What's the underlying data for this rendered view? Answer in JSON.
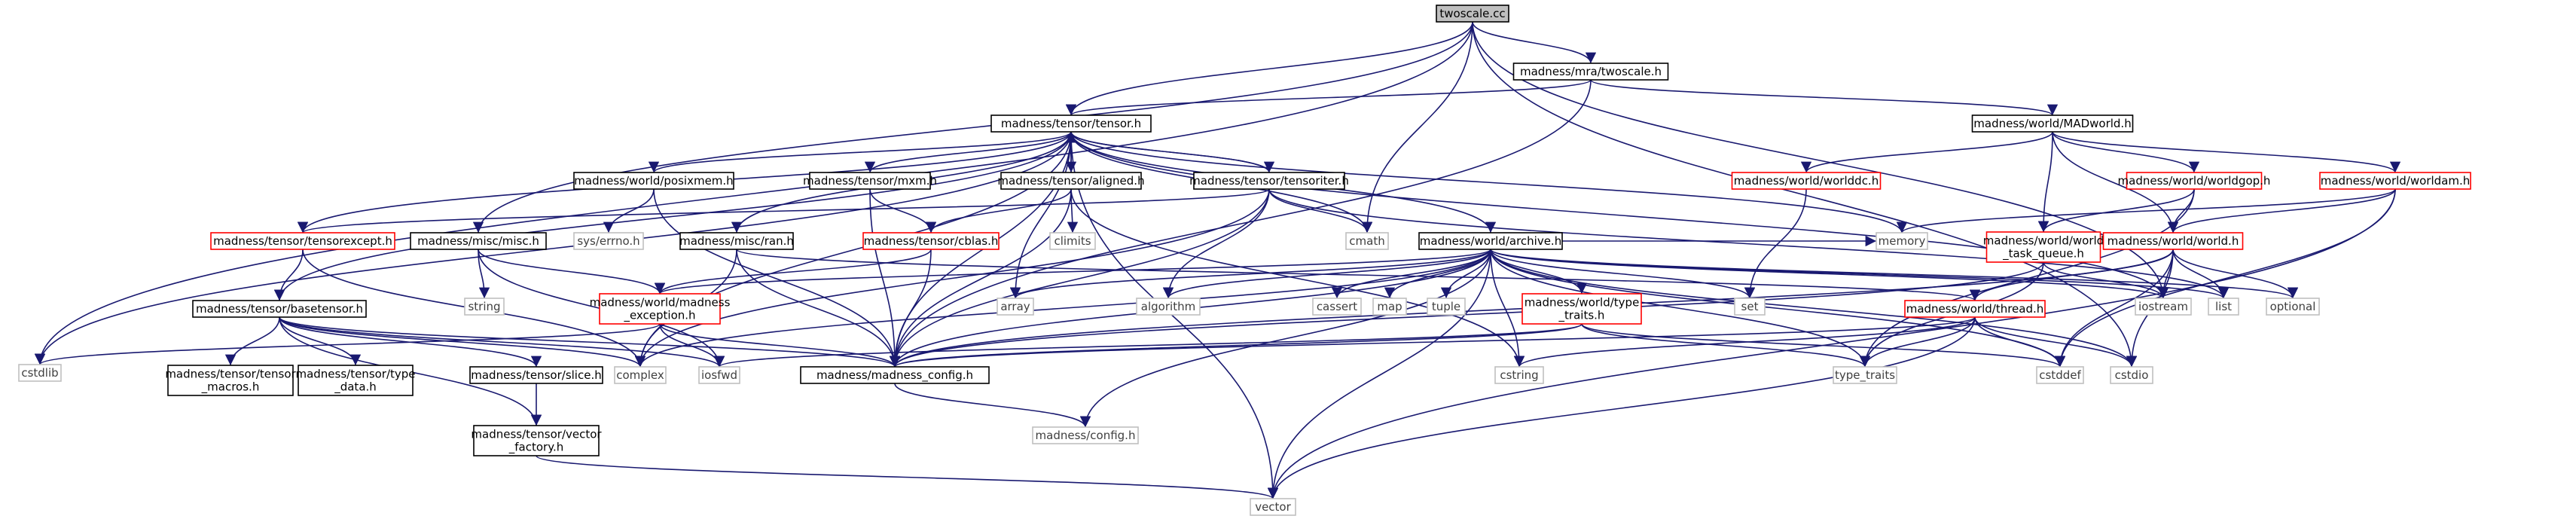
{
  "colors": {
    "edge": "#191970",
    "normal_border": "#000000",
    "incomplete_border": "#ff0000",
    "system_border": "#bfbfbf",
    "root_fill": "#bfbfbf",
    "node_fill": "#ffffff",
    "system_text": "#3f3f3f"
  },
  "nodes": [
    {
      "id": "twoscale_cc",
      "lines": [
        "twoscale.cc"
      ],
      "kind": "root"
    },
    {
      "id": "mra_twoscale",
      "lines": [
        "madness/mra/twoscale.h"
      ],
      "kind": "normal"
    },
    {
      "id": "tensor_h",
      "lines": [
        "madness/tensor/tensor.h"
      ],
      "kind": "normal"
    },
    {
      "id": "madworld",
      "lines": [
        "madness/world/MADworld.h"
      ],
      "kind": "normal"
    },
    {
      "id": "posixmem",
      "lines": [
        "madness/world/posixmem.h"
      ],
      "kind": "normal"
    },
    {
      "id": "mxm",
      "lines": [
        "madness/tensor/mxm.h"
      ],
      "kind": "normal"
    },
    {
      "id": "aligned",
      "lines": [
        "madness/tensor/aligned.h"
      ],
      "kind": "normal"
    },
    {
      "id": "tensoriter",
      "lines": [
        "madness/tensor/tensoriter.h"
      ],
      "kind": "normal"
    },
    {
      "id": "worlddc",
      "lines": [
        "madness/world/worlddc.h"
      ],
      "kind": "incomplete"
    },
    {
      "id": "worldgop",
      "lines": [
        "madness/world/worldgop.h"
      ],
      "kind": "incomplete"
    },
    {
      "id": "worldam",
      "lines": [
        "madness/world/worldam.h"
      ],
      "kind": "incomplete"
    },
    {
      "id": "tensorexcept",
      "lines": [
        "madness/tensor/tensorexcept.h"
      ],
      "kind": "incomplete"
    },
    {
      "id": "sys_errno",
      "lines": [
        "sys/errno.h"
      ],
      "kind": "system"
    },
    {
      "id": "climits",
      "lines": [
        "climits"
      ],
      "kind": "system"
    },
    {
      "id": "cmath",
      "lines": [
        "cmath"
      ],
      "kind": "system"
    },
    {
      "id": "memory",
      "lines": [
        "memory"
      ],
      "kind": "system"
    },
    {
      "id": "world_task_queue",
      "lines": [
        "madness/world/world",
        "_task_queue.h"
      ],
      "kind": "incomplete"
    },
    {
      "id": "world_h",
      "lines": [
        "madness/world/world.h"
      ],
      "kind": "incomplete"
    },
    {
      "id": "misc_h",
      "lines": [
        "madness/misc/misc.h"
      ],
      "kind": "normal"
    },
    {
      "id": "ran_h",
      "lines": [
        "madness/misc/ran.h"
      ],
      "kind": "normal"
    },
    {
      "id": "cblas",
      "lines": [
        "madness/tensor/cblas.h"
      ],
      "kind": "incomplete"
    },
    {
      "id": "archive",
      "lines": [
        "madness/world/archive.h"
      ],
      "kind": "normal"
    },
    {
      "id": "string",
      "lines": [
        "string"
      ],
      "kind": "system"
    },
    {
      "id": "madness_exception",
      "lines": [
        "madness/world/madness",
        "_exception.h"
      ],
      "kind": "incomplete"
    },
    {
      "id": "array",
      "lines": [
        "array"
      ],
      "kind": "system"
    },
    {
      "id": "algorithm",
      "lines": [
        "algorithm"
      ],
      "kind": "system"
    },
    {
      "id": "cassert",
      "lines": [
        "cassert"
      ],
      "kind": "system"
    },
    {
      "id": "map",
      "lines": [
        "map"
      ],
      "kind": "system"
    },
    {
      "id": "tuple",
      "lines": [
        "tuple"
      ],
      "kind": "system"
    },
    {
      "id": "type_traits_h",
      "lines": [
        "madness/world/type",
        "_traits.h"
      ],
      "kind": "incomplete"
    },
    {
      "id": "set",
      "lines": [
        "set"
      ],
      "kind": "system"
    },
    {
      "id": "iostream",
      "lines": [
        "iostream"
      ],
      "kind": "system"
    },
    {
      "id": "list",
      "lines": [
        "list"
      ],
      "kind": "system"
    },
    {
      "id": "optional",
      "lines": [
        "optional"
      ],
      "kind": "system"
    },
    {
      "id": "thread_h",
      "lines": [
        "madness/world/thread.h"
      ],
      "kind": "incomplete"
    },
    {
      "id": "basetensor",
      "lines": [
        "madness/tensor/basetensor.h"
      ],
      "kind": "normal"
    },
    {
      "id": "cstdlib",
      "lines": [
        "cstdlib"
      ],
      "kind": "system"
    },
    {
      "id": "complex",
      "lines": [
        "complex"
      ],
      "kind": "system"
    },
    {
      "id": "iosfwd",
      "lines": [
        "iosfwd"
      ],
      "kind": "system"
    },
    {
      "id": "madness_config",
      "lines": [
        "madness/madness_config.h"
      ],
      "kind": "normal"
    },
    {
      "id": "cstring",
      "lines": [
        "cstring"
      ],
      "kind": "system"
    },
    {
      "id": "type_traits",
      "lines": [
        "type_traits"
      ],
      "kind": "system"
    },
    {
      "id": "cstddef",
      "lines": [
        "cstddef"
      ],
      "kind": "system"
    },
    {
      "id": "cstdio",
      "lines": [
        "cstdio"
      ],
      "kind": "system"
    },
    {
      "id": "tensor_macros",
      "lines": [
        "madness/tensor/tensor",
        "_macros.h"
      ],
      "kind": "normal"
    },
    {
      "id": "type_data",
      "lines": [
        "madness/tensor/type",
        "_data.h"
      ],
      "kind": "normal"
    },
    {
      "id": "slice",
      "lines": [
        "madness/tensor/slice.h"
      ],
      "kind": "normal"
    },
    {
      "id": "vector_factory",
      "lines": [
        "madness/tensor/vector",
        "_factory.h"
      ],
      "kind": "normal"
    },
    {
      "id": "config_h",
      "lines": [
        "madness/config.h"
      ],
      "kind": "system"
    },
    {
      "id": "vector",
      "lines": [
        "vector"
      ],
      "kind": "system"
    }
  ],
  "edges": [
    [
      "twoscale_cc",
      "mra_twoscale"
    ],
    [
      "twoscale_cc",
      "tensor_h"
    ],
    [
      "twoscale_cc",
      "misc_h"
    ],
    [
      "twoscale_cc",
      "cmath"
    ],
    [
      "twoscale_cc",
      "cstdlib"
    ],
    [
      "twoscale_cc",
      "iostream"
    ],
    [
      "twoscale_cc",
      "cstdio"
    ],
    [
      "mra_twoscale",
      "tensor_h"
    ],
    [
      "mra_twoscale",
      "madworld"
    ],
    [
      "mra_twoscale",
      "madness_config"
    ],
    [
      "tensor_h",
      "posixmem"
    ],
    [
      "tensor_h",
      "mxm"
    ],
    [
      "tensor_h",
      "aligned"
    ],
    [
      "tensor_h",
      "tensoriter"
    ],
    [
      "tensor_h",
      "tensorexcept"
    ],
    [
      "tensor_h",
      "archive"
    ],
    [
      "tensor_h",
      "basetensor"
    ],
    [
      "tensor_h",
      "ran_h"
    ],
    [
      "tensor_h",
      "cmath"
    ],
    [
      "tensor_h",
      "memory"
    ],
    [
      "tensor_h",
      "array"
    ],
    [
      "tensor_h",
      "cstdlib"
    ],
    [
      "tensor_h",
      "complex"
    ],
    [
      "tensor_h",
      "madness_config"
    ],
    [
      "tensor_h",
      "vector"
    ],
    [
      "tensor_h",
      "iostream"
    ],
    [
      "madworld",
      "worlddc"
    ],
    [
      "madworld",
      "worldgop"
    ],
    [
      "madworld",
      "worldam"
    ],
    [
      "madworld",
      "world_task_queue"
    ],
    [
      "madworld",
      "world_h"
    ],
    [
      "posixmem",
      "sys_errno"
    ],
    [
      "posixmem",
      "madness_config"
    ],
    [
      "mxm",
      "cblas"
    ],
    [
      "mxm",
      "madness_config"
    ],
    [
      "aligned",
      "tensor_h"
    ],
    [
      "aligned",
      "climits"
    ],
    [
      "aligned",
      "madness_config"
    ],
    [
      "aligned",
      "cblas"
    ],
    [
      "aligned",
      "cstring"
    ],
    [
      "tensoriter",
      "tensor_h"
    ],
    [
      "tensoriter",
      "tensorexcept"
    ],
    [
      "tensoriter",
      "cmath"
    ],
    [
      "tensoriter",
      "algorithm"
    ],
    [
      "tensoriter",
      "complex"
    ],
    [
      "tensoriter",
      "list"
    ],
    [
      "tensoriter",
      "madness_config"
    ],
    [
      "worlddc",
      "set"
    ],
    [
      "worldgop",
      "world_h"
    ],
    [
      "worldgop",
      "world_task_queue"
    ],
    [
      "worldgop",
      "type_traits"
    ],
    [
      "worldam",
      "world_h"
    ],
    [
      "worldam",
      "memory"
    ],
    [
      "worldam",
      "cstddef"
    ],
    [
      "worldam",
      "vector"
    ],
    [
      "tensorexcept",
      "basetensor"
    ],
    [
      "tensorexcept",
      "complex"
    ],
    [
      "world_task_queue",
      "type_traits"
    ],
    [
      "world_task_queue",
      "madness_config"
    ],
    [
      "world_task_queue",
      "iostream"
    ],
    [
      "world_h",
      "thread_h"
    ],
    [
      "world_h",
      "iostream"
    ],
    [
      "world_h",
      "list"
    ],
    [
      "world_h",
      "optional"
    ],
    [
      "world_h",
      "cstddef"
    ],
    [
      "world_h",
      "cstdio"
    ],
    [
      "world_h",
      "madness_config"
    ],
    [
      "misc_h",
      "string"
    ],
    [
      "misc_h",
      "madness_exception"
    ],
    [
      "misc_h",
      "iosfwd"
    ],
    [
      "ran_h",
      "madness_config"
    ],
    [
      "ran_h",
      "complex"
    ],
    [
      "ran_h",
      "thread_h"
    ],
    [
      "cblas",
      "madness_config"
    ],
    [
      "cblas",
      "madness_exception"
    ],
    [
      "archive",
      "madness_exception"
    ],
    [
      "archive",
      "type_traits_h"
    ],
    [
      "archive",
      "array"
    ],
    [
      "archive",
      "algorithm"
    ],
    [
      "archive",
      "cassert"
    ],
    [
      "archive",
      "map"
    ],
    [
      "archive",
      "tuple"
    ],
    [
      "archive",
      "set"
    ],
    [
      "archive",
      "iostream"
    ],
    [
      "archive",
      "list"
    ],
    [
      "archive",
      "optional"
    ],
    [
      "archive",
      "cstddef"
    ],
    [
      "archive",
      "cstdio"
    ],
    [
      "archive",
      "vector"
    ],
    [
      "archive",
      "cstring"
    ],
    [
      "archive",
      "complex"
    ],
    [
      "archive",
      "madness_config"
    ],
    [
      "archive",
      "config_h"
    ],
    [
      "archive",
      "type_traits"
    ],
    [
      "archive",
      "memory"
    ],
    [
      "madness_exception",
      "madness_config"
    ],
    [
      "madness_exception",
      "iosfwd"
    ],
    [
      "madness_exception",
      "cstdlib"
    ],
    [
      "type_traits_h",
      "type_traits"
    ],
    [
      "type_traits_h",
      "cstddef"
    ],
    [
      "type_traits_h",
      "madness_config"
    ],
    [
      "type_traits_h",
      "iosfwd"
    ],
    [
      "thread_h",
      "type_traits"
    ],
    [
      "thread_h",
      "cstddef"
    ],
    [
      "thread_h",
      "cstdio"
    ],
    [
      "thread_h",
      "cstring"
    ],
    [
      "thread_h",
      "vector"
    ],
    [
      "thread_h",
      "madness_config"
    ],
    [
      "basetensor",
      "tensor_macros"
    ],
    [
      "basetensor",
      "type_data"
    ],
    [
      "basetensor",
      "slice"
    ],
    [
      "basetensor",
      "vector_factory"
    ],
    [
      "basetensor",
      "complex"
    ],
    [
      "basetensor",
      "iosfwd"
    ],
    [
      "basetensor",
      "madness_config"
    ],
    [
      "slice",
      "vector_factory"
    ],
    [
      "vector_factory",
      "vector"
    ],
    [
      "madness_config",
      "config_h"
    ]
  ]
}
